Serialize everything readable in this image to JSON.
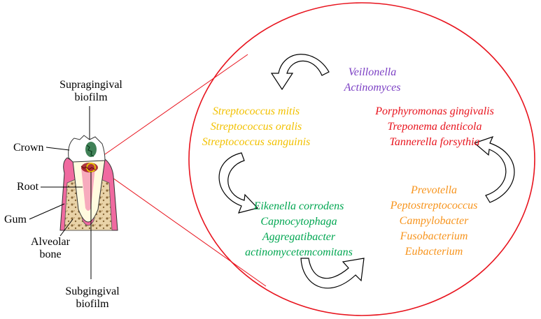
{
  "tooth_labels": {
    "supragingival": [
      "Supragingival",
      "biofilm"
    ],
    "crown": "Crown",
    "root": "Root",
    "gum": "Gum",
    "alveolar": [
      "Alveolar",
      "bone"
    ],
    "subgingival": [
      "Subgingival",
      "biofilm"
    ]
  },
  "groups": [
    {
      "id": "purple",
      "color": "#7B3FC4",
      "items": [
        "Veillonella",
        "Actinomyces"
      ]
    },
    {
      "id": "yellow",
      "color": "#F2C100",
      "items": [
        "Streptococcus mitis",
        "Streptococcus oralis",
        "Streptococcus sanguinis"
      ]
    },
    {
      "id": "red",
      "color": "#E8141E",
      "items": [
        "Porphyromonas gingivalis",
        "Treponema denticola",
        "Tannerella forsythia"
      ]
    },
    {
      "id": "green",
      "color": "#00A651",
      "items": [
        "Eikenella corrodens",
        "Capnocytophaga",
        "Aggregatibacter",
        "actinomycetemcomitans"
      ]
    },
    {
      "id": "orange",
      "color": "#F7941D",
      "items": [
        "Prevotella",
        "Peptostreptococcus",
        "Campylobacter",
        "Fusobacterium",
        "Eubacterium"
      ]
    }
  ],
  "colors": {
    "zoom_circle": "#E8141E",
    "gum": "#F06AA0",
    "gum_light": "#F8B8D0",
    "bone": "#E9D3A8",
    "tooth": "#FFFBE0",
    "biofilm_green": "#1E6B3A",
    "biofilm_red": "#A0141E"
  },
  "arrows": [
    "curved-arrow",
    "curved-arrow",
    "curved-arrow",
    "curved-arrow"
  ]
}
